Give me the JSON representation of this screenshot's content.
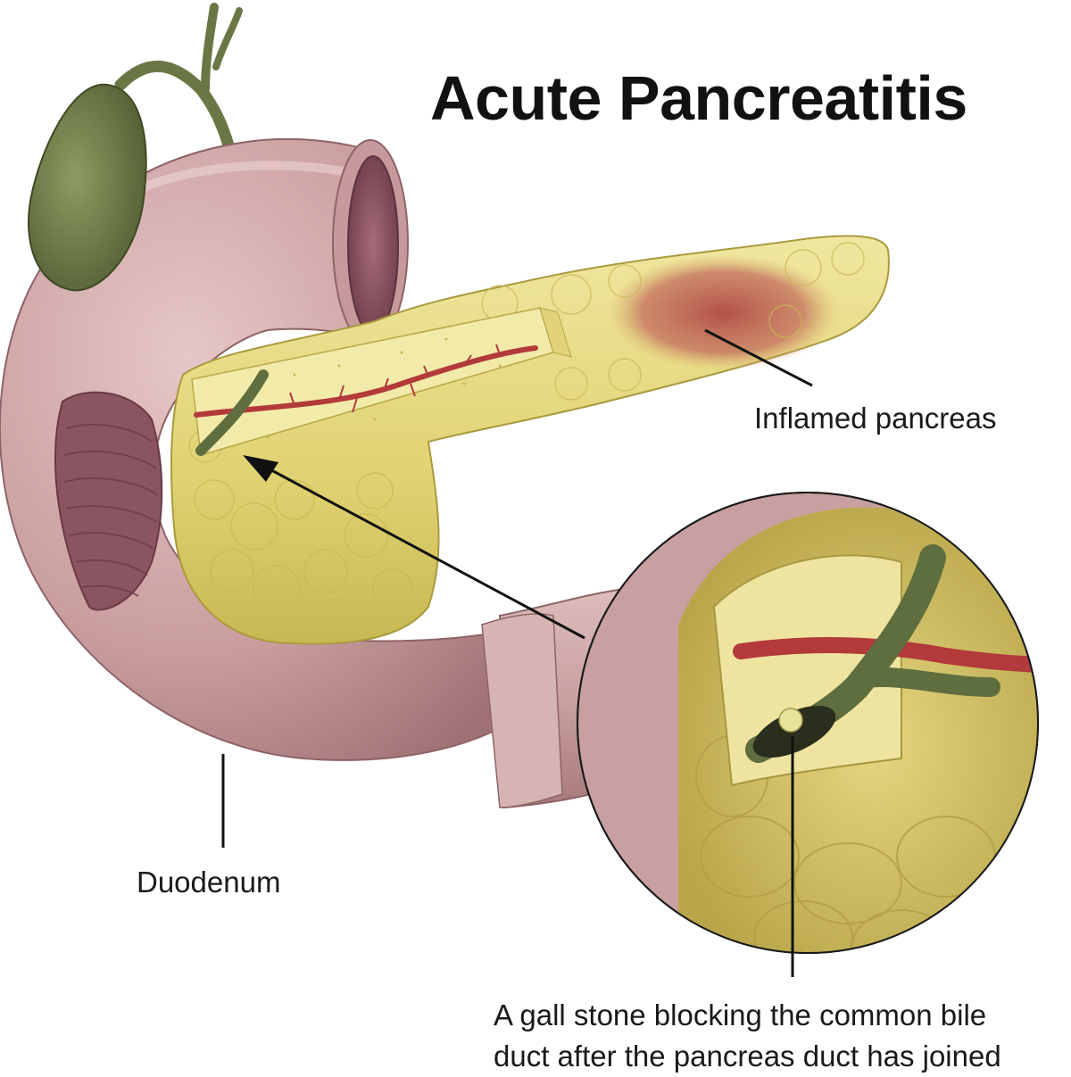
{
  "title": "Acute Pancreatitis",
  "labels": {
    "inflamed_pancreas": "Inflamed pancreas",
    "duodenum": "Duodenum",
    "gallstone_line1": "A gall stone blocking the common bile",
    "gallstone_line2": "duct after the pancreas duct has joined"
  },
  "colors": {
    "duodenum": "#c9a0a0",
    "gallbladder": "#6f7d4a",
    "pancreas": "#e4d67a",
    "inflammation": "#b5514a",
    "vessel": "#b83a3a",
    "bile_duct": "#5f6e3f",
    "gallstone": "#e8e39a"
  }
}
